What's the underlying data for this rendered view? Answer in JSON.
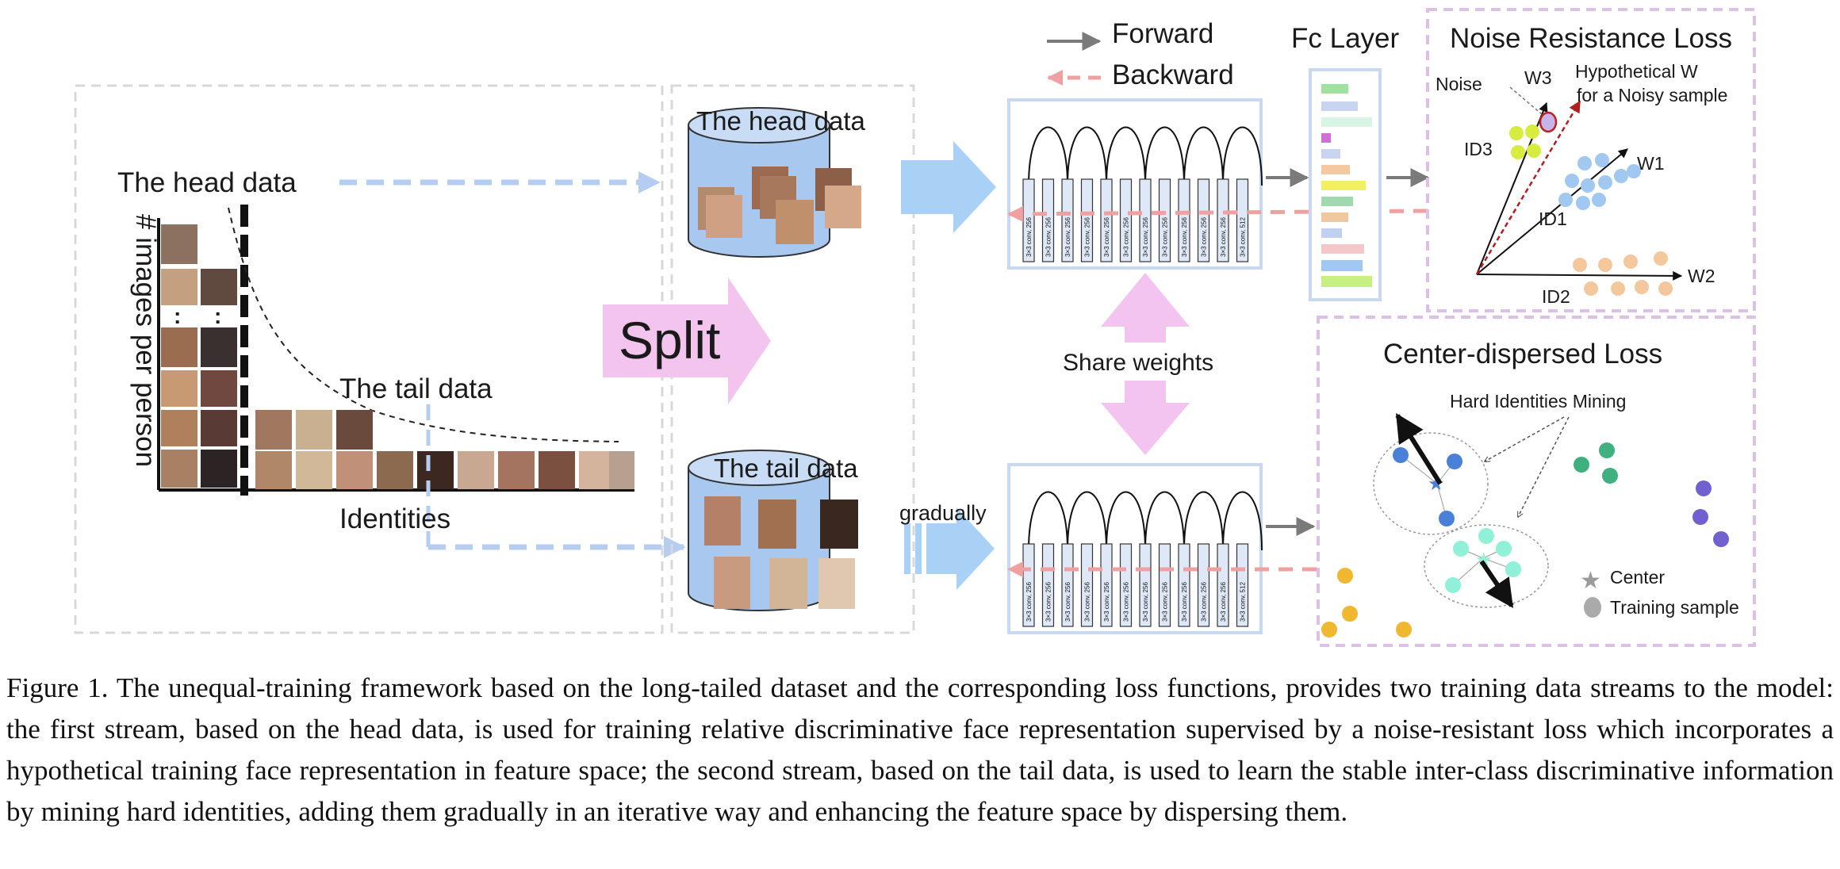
{
  "figure": {
    "head_data_label": "The head data",
    "y_axis_label": "# images per person",
    "x_axis_label": "Identities",
    "tail_data_label": "The tail data",
    "split_label": "Split",
    "head_db_label": "The head data",
    "tail_db_label": "The tail data",
    "gradually_label": "gradually",
    "forward_label": "Forward",
    "backward_label": "Backward",
    "fc_layer_label": "Fc Layer",
    "share_weights_label": "Share weights",
    "conv_labels": [
      "3×3 conv, 256",
      "3×3 conv, 256",
      "3×3 conv, 256",
      "3×3 conv, 256",
      "3×3 conv, 256",
      "3×3 conv, 256",
      "3×3 conv, 256",
      "3×3 conv, 256",
      "3×3 conv, 256",
      "3×3 conv, 256",
      "3×3 conv, 256",
      "3×3 conv, 512"
    ],
    "noise_loss": {
      "title": "Noise Resistance Loss",
      "noise": "Noise",
      "w3": "W3",
      "hypothetical_line1": "Hypothetical W",
      "hypothetical_line2": "for a Noisy sample",
      "id3": "ID3",
      "w1": "W1",
      "id1": "ID1",
      "id2": "ID2",
      "w2": "W2"
    },
    "center_loss": {
      "title": "Center-dispersed Loss",
      "hard_mining": "Hard Identities Mining",
      "legend_center": "Center",
      "legend_sample": "Training sample"
    },
    "colors": {
      "arrow_blue": "#a9d0f5",
      "dash_blue": "#b4cdf0",
      "split_pink": "#f2c4ee",
      "share_pink": "#f3c4f0",
      "dash_pink": "#f0a0a0",
      "panel_border": "#dcc0e6",
      "cylinder": "#a8c8f0"
    }
  },
  "caption": "Figure 1. The unequal-training framework based on the long-tailed dataset and the corresponding loss functions, provides two training data streams to the model: the first stream, based on the head data, is used for training relative discriminative face representation supervised by a noise-resistant loss which incorporates a hypothetical training face representation in feature space; the second stream, based on the tail data, is used to learn the stable inter-class discriminative information by mining hard identities, adding them gradually in an iterative way and enhancing the feature space by dispersing them."
}
